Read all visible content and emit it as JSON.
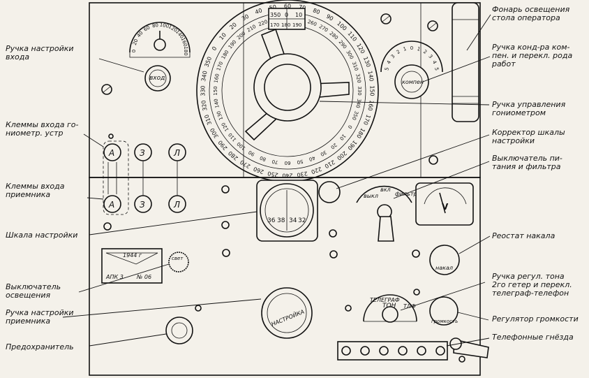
{
  "labels": {
    "input_tuning_knob": "Ручка настройки\nвхода",
    "gonio_input_terminals": "Клеммы входа го-\nниометр. устр",
    "receiver_input_terminals": "Клеммы входа\nприемника",
    "tuning_scale": "Шкала настройки",
    "lighting_switch": "Выключатель\nосвещения",
    "receiver_tuning_knob": "Ручка настройки\nприемника",
    "fuse": "Предохранитель",
    "operator_lamp": "Фонарь освещения\nстола оператора",
    "compensator_knob": "Ручка конд-ра ком-\nпен. и перекл. рода\nработ",
    "goniometer_knob": "Ручка управления\nгониометром",
    "scale_corrector": "Корректор шкалы\nнастройки",
    "power_filter_switch": "Выключатель пи-\nтания и фильтра",
    "filament_rheostat": "Реостат накала",
    "tone_knob": "Ручка регул. тона\n2го гетер и перекл.\nтелеграф-телефон",
    "volume": "Регулятор громкости",
    "phone_jacks": "Телефонные гнёзда"
  },
  "panel_marks": {
    "vkhod_knob": "вход",
    "term_a": "А",
    "term_z": "З",
    "term_l": "Л",
    "nastroika_knob": "НАСТРОЙКА",
    "telegraf": "ТЕЛЕГРАФ",
    "telefon": "ТЛФ",
    "ton": "ТОН",
    "gromkost": "громкость",
    "nakal": "накал",
    "kompen": "компен",
    "svet": "свет",
    "vykl": "выкл",
    "vkl": "вкл",
    "filtr": "фильтр",
    "voltmeter": "V",
    "plate_year": "1944 г",
    "plate_model": "АПК 3",
    "plate_number": "№ 06",
    "input_dial_ticks": [
      "0",
      "20",
      "40",
      "60",
      "80",
      "100",
      "120",
      "140",
      "160",
      "180"
    ],
    "small_scale": [
      "36",
      "38",
      "34",
      "32"
    ],
    "comp_scale": [
      "5",
      "4",
      "3",
      "2",
      "1",
      "0",
      "1",
      "2",
      "3",
      "4",
      "5"
    ],
    "window_scale_top": [
      "350",
      "0",
      "10"
    ],
    "window_scale_bottom": [
      "170",
      "180",
      "190"
    ],
    "gonio_outer": [
      "0",
      "10",
      "20",
      "30",
      "40",
      "50",
      "60",
      "70",
      "80",
      "90",
      "100",
      "110",
      "120",
      "130",
      "140",
      "150",
      "160",
      "170",
      "180",
      "190",
      "200",
      "210",
      "220",
      "230",
      "240",
      "250",
      "260",
      "270",
      "280",
      "290",
      "300",
      "310",
      "320",
      "330",
      "340",
      "350"
    ],
    "gonio_inner": [
      "180",
      "190",
      "200",
      "210",
      "220",
      "230",
      "240",
      "250",
      "260",
      "270",
      "280",
      "290",
      "300",
      "310",
      "320",
      "330",
      "340",
      "350",
      "0",
      "10",
      "20",
      "30",
      "40",
      "50",
      "60",
      "70",
      "80",
      "90",
      "100",
      "110",
      "120",
      "130",
      "140",
      "150",
      "160",
      "170"
    ]
  }
}
